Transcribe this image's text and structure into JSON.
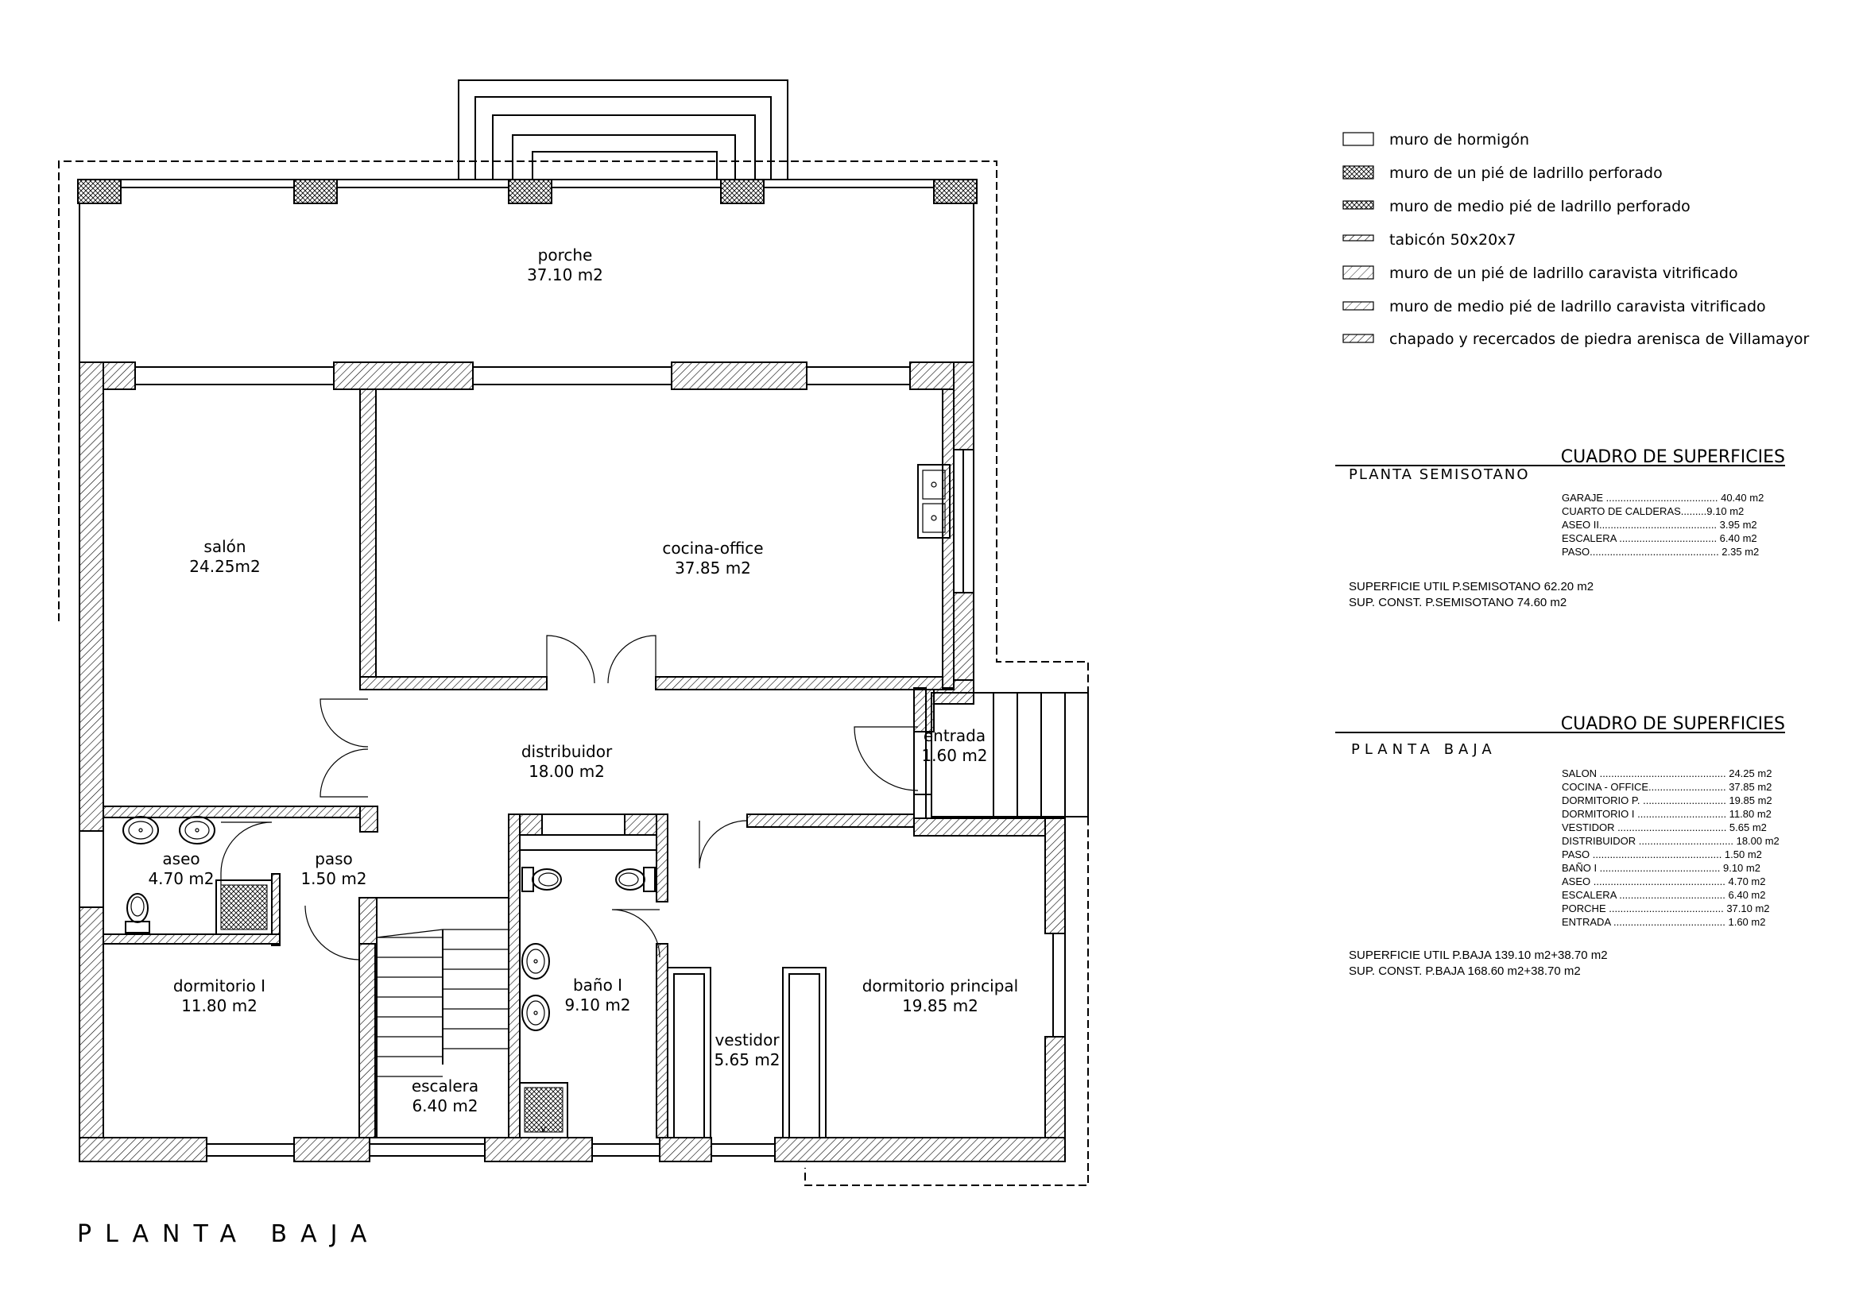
{
  "plan_title": "PLANTA BAJA",
  "rooms": {
    "porche": {
      "name": "porche",
      "area": "37.10  m2"
    },
    "salon": {
      "name": "salón",
      "area": "24.25m2"
    },
    "cocina": {
      "name": "cocina-office",
      "area": "37.85  m2"
    },
    "distribuidor": {
      "name": "distribuidor",
      "area": "18.00  m2"
    },
    "entrada": {
      "name": "entrada",
      "area": "1.60  m2"
    },
    "aseo": {
      "name": "aseo",
      "area": "4.70  m2"
    },
    "paso": {
      "name": "paso",
      "area": "1.50  m2"
    },
    "dormitorio1": {
      "name": "dormitorio  I",
      "area": "11.80  m2"
    },
    "escalera": {
      "name": "escalera",
      "area": "6.40  m2"
    },
    "bano": {
      "name": "baño  I",
      "area": "9.10  m2"
    },
    "vestidor": {
      "name": "vestidor",
      "area": "5.65  m2"
    },
    "dormitorio_principal": {
      "name": "dormitorio  principal",
      "area": "19.85  m2"
    }
  },
  "legend": [
    "muro  de  hormigón",
    "muro  de  un  pié  de  ladrillo  perforado",
    "muro  de  medio  pié  de  ladrillo  perforado",
    "tabicón  50x20x7",
    "muro  de  un  pié  de  ladrillo  caravista  vitrificado",
    "muro  de  medio  pié  de  ladrillo  caravista  vitrificado",
    "chapado  y  recercados  de  piedra  arenisca  de  Villamayor"
  ],
  "table_semisotano": {
    "heading": "CUADRO  DE  SUPERFICIES",
    "subheading": "PLANTA  SEMISOTANO",
    "rows": [
      "GARAJE  .......................................  40.40  m2",
      "CUARTO  DE  CALDERAS.........9.10  m2",
      "ASEO  II.........................................  3.95  m2",
      "ESCALERA  ..................................  6.40  m2",
      "PASO.............................................  2.35  m2"
    ],
    "summary": [
      "SUPERFICIE  UTIL  P.SEMISOTANO  62.20  m2",
      "SUP.  CONST.  P.SEMISOTANO  74.60  m2"
    ]
  },
  "table_baja": {
    "heading": "CUADRO  DE  SUPERFICIES",
    "subheading": "PLANTA  BAJA",
    "rows": [
      "SALON  ............................................  24.25  m2",
      "COCINA  -  OFFICE...........................  37.85  m2",
      "DORMITORIO  P.  .............................  19.85  m2",
      "DORMITORIO  I  ...............................  11.80  m2",
      "VESTIDOR  ......................................  5.65  m2",
      "DISTRIBUIDOR  .................................  18.00  m2",
      "PASO  .............................................  1.50  m2",
      "BAÑO  I  ..........................................  9.10  m2",
      "ASEO  ..............................................  4.70  m2",
      "ESCALERA  .....................................  6.40  m2",
      "PORCHE  ........................................  37.10  m2",
      "ENTRADA  .......................................  1.60  m2"
    ],
    "summary": [
      "SUPERFICIE  UTIL  P.BAJA  139.10  m2+38.70  m2",
      "SUP.  CONST.  P.BAJA  168.60  m2+38.70  m2"
    ]
  }
}
